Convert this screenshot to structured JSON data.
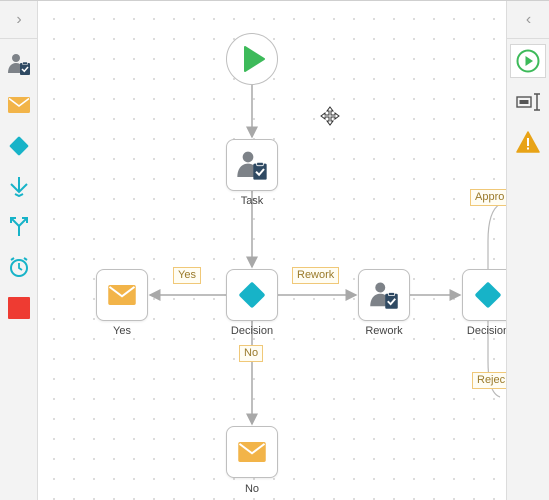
{
  "left_panel": {
    "collapse_glyph": "›",
    "items": [
      {
        "name": "user-task-icon"
      },
      {
        "name": "email-icon"
      },
      {
        "name": "decision-diamond-icon"
      },
      {
        "name": "merge-arrows-icon"
      },
      {
        "name": "split-arrows-icon"
      },
      {
        "name": "timer-icon"
      },
      {
        "name": "stop-square-icon"
      }
    ]
  },
  "right_panel": {
    "collapse_glyph": "‹",
    "items": [
      {
        "name": "start-play-icon"
      },
      {
        "name": "text-field-icon"
      },
      {
        "name": "warning-icon"
      }
    ]
  },
  "workflow": {
    "nodes": {
      "start": {
        "type": "start"
      },
      "task": {
        "label": "Task",
        "type": "task"
      },
      "decision": {
        "label": "Decision",
        "type": "decision"
      },
      "yes": {
        "label": "Yes",
        "type": "email"
      },
      "rework": {
        "label": "Rework",
        "type": "task"
      },
      "decision2": {
        "label": "Decision",
        "type": "decision"
      },
      "no": {
        "label": "No",
        "type": "email"
      }
    },
    "edge_labels": {
      "yes": "Yes",
      "rework": "Rework",
      "no": "No",
      "approved": "Appro",
      "rejected": "Rejec"
    }
  },
  "colors": {
    "start_green": "#3dba5a",
    "decision_teal": "#17b3c8",
    "email_orange": "#f2b449",
    "stop_red": "#ee3b32",
    "user_icon_gray": "#7d8288",
    "clipboard_navy": "#2f4a63",
    "warning_orange": "#e8a317",
    "edge_gray": "#a8a8a8",
    "label_orange_border": "#f0c878"
  }
}
